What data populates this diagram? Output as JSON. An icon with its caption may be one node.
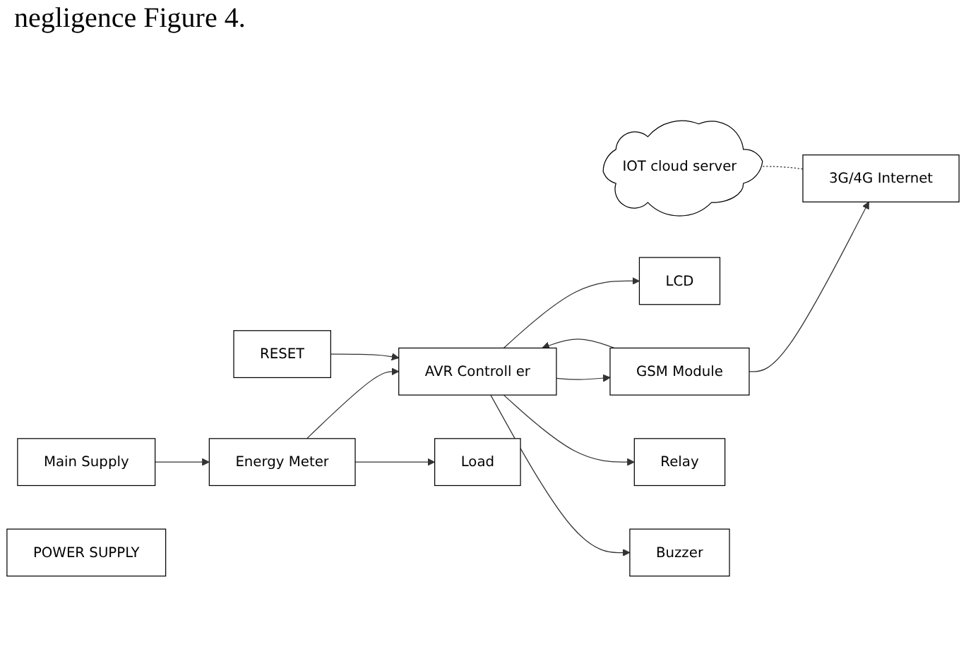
{
  "diagram": {
    "nodes": [
      {
        "text": [
          "IOT cloud server"
        ]
      },
      {
        "text": [
          "LCD"
        ]
      },
      {
        "text": [
          "Main Supply"
        ]
      },
      {
        "text": [
          "AVR Controll er"
        ]
      },
      {
        "text": [
          "GSM Module"
        ]
      },
      {
        "text": [
          "3G/4G Internet"
        ]
      },
      {
        "text": [
          "Energy Meter"
        ]
      },
      {
        "text": [
          "Relay"
        ]
      },
      {
        "text": [
          "Load"
        ]
      },
      {
        "text": [
          "RESET"
        ]
      },
      {
        "text": [
          "Buzzer"
        ]
      },
      {
        "text": [
          "POWER SUPPLY"
        ]
      }
    ],
    "edges": [
      {
        "from": 3,
        "to": 1,
        "arrow": "to"
      },
      {
        "from": 3,
        "to": 4,
        "arrow": "to"
      },
      {
        "from": 4,
        "to": 3,
        "arrow": "to"
      },
      {
        "from": 4,
        "to": 5,
        "arrow": "to"
      },
      {
        "from": 0,
        "to": 5,
        "arrow": "none",
        "style": "dashed"
      },
      {
        "from": 2,
        "to": 6,
        "arrow": "to"
      },
      {
        "from": 6,
        "to": 3,
        "arrow": "to"
      },
      {
        "from": 6,
        "to": 8,
        "arrow": "to"
      },
      {
        "from": 3,
        "to": 7,
        "arrow": "to"
      },
      {
        "from": 9,
        "to": 3,
        "arrow": "to"
      },
      {
        "from": 3,
        "to": 10,
        "arrow": "to"
      }
    ],
    "labels": [
      "negligence Figure 4."
    ]
  }
}
